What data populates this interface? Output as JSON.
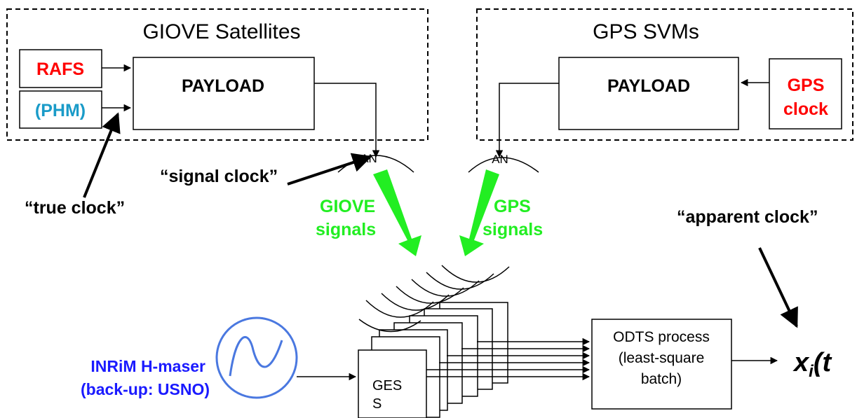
{
  "groups": {
    "giove": {
      "title": "GIOVE Satellites"
    },
    "gps": {
      "title": "GPS SVMs"
    }
  },
  "blocks": {
    "rafs": "RAFS",
    "phm": "(PHM)",
    "giove_payload": "PAYLOAD",
    "gps_payload": "PAYLOAD",
    "gps_clock_line1": "GPS",
    "gps_clock_line2": "clock",
    "giove_antenna": "AN",
    "gps_antenna": "AN",
    "ges_line1": "GES",
    "ges_line2": "S",
    "odts_line1": "ODTS process",
    "odts_line2": "(least-square",
    "odts_line3": "batch)"
  },
  "labels": {
    "true_clock": "“true clock”",
    "signal_clock": "“signal clock”",
    "apparent_clock": "“apparent clock”",
    "giove_signals_1": "GIOVE",
    "giove_signals_2": "signals",
    "gps_signals_1": "GPS",
    "gps_signals_2": "signals",
    "maser_1": "INRiM H-maser",
    "maser_2": "(back-up: USNO)",
    "output": "x",
    "output_sub": "i",
    "output_rest": "(t"
  },
  "colors": {
    "red": "#ff0000",
    "cyan": "#1a9bc8",
    "green": "#22ee22",
    "blue": "#1a1aff",
    "oscillator": "#4a78e0",
    "ink": "#000000"
  }
}
